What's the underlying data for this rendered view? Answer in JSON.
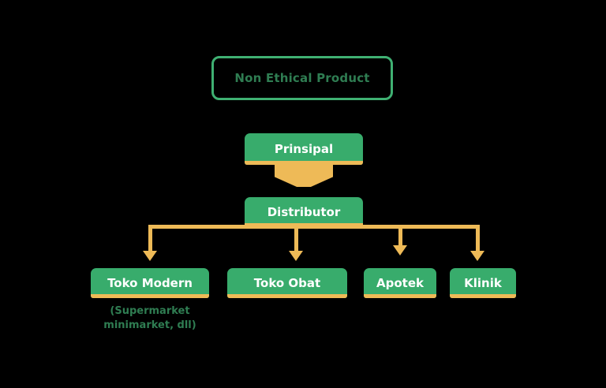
{
  "diagram": {
    "title_node": {
      "label": "Non Ethical Product"
    },
    "levels": [
      {
        "label": "Prinsipal"
      },
      {
        "label": "Distributor"
      }
    ],
    "channels": [
      {
        "label": "Toko Modern",
        "caption_line1": "(Supermarket",
        "caption_line2": "minimarket, dll)"
      },
      {
        "label": "Toko Obat"
      },
      {
        "label": "Apotek"
      },
      {
        "label": "Klinik"
      }
    ],
    "colors": {
      "background": "#000000",
      "node_fill": "#38AC6C",
      "node_text": "#FFFFFF",
      "accent_orange": "#EEBA57",
      "outline_green": "#3FB072",
      "dark_green_text": "#2F7D52"
    }
  }
}
